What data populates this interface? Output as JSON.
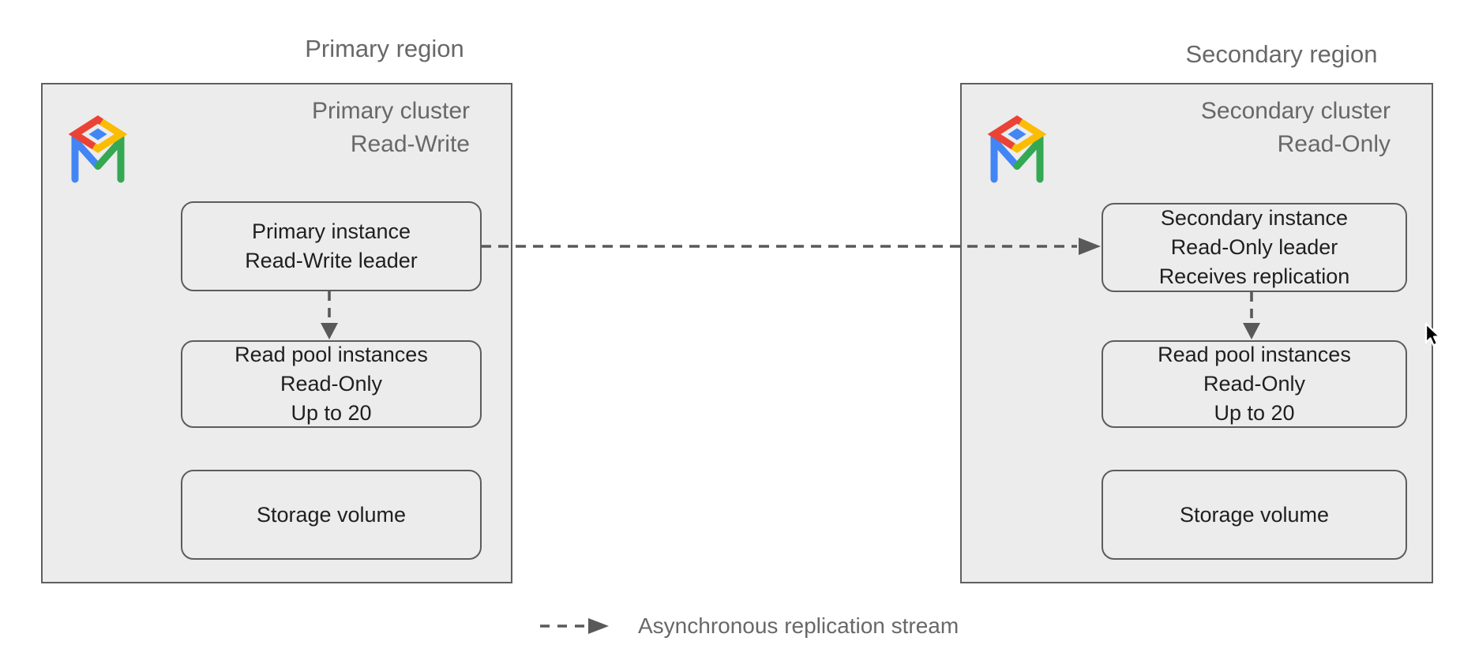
{
  "colors": {
    "cluster_fill": "#ececec",
    "cluster_border": "#5f5f5f",
    "node_fill": "#ececec",
    "node_border": "#5c5c5c",
    "gray_text": "#686868",
    "dark_text": "#1f1f1f",
    "arrow_gray": "#595959",
    "page_bg": "#ffffff",
    "google_red": "#EA4335",
    "google_yellow": "#FBBC04",
    "google_green": "#34A853",
    "google_blue": "#4285F4",
    "cursor_black": "#000000"
  },
  "icons": {
    "cluster_logo": "alloydb-table-icon",
    "cursor": "arrow-cursor-icon",
    "replication": "dashed-arrow-icon"
  },
  "primary": {
    "region_label": "Primary region",
    "cluster_title": {
      "line1": "Primary cluster",
      "line2": "Read-Write"
    },
    "instance_box": {
      "line1": "Primary instance",
      "line2": "Read-Write leader"
    },
    "read_pool_box": {
      "line1": "Read pool instances",
      "line2": "Read-Only",
      "line3": "Up to 20"
    },
    "storage_box": {
      "label": "Storage volume"
    }
  },
  "secondary": {
    "region_label": "Secondary region",
    "cluster_title": {
      "line1": "Secondary cluster",
      "line2": "Read-Only"
    },
    "instance_box": {
      "line1": "Secondary instance",
      "line2": "Read-Only leader",
      "line3": "Receives replication"
    },
    "read_pool_box": {
      "line1": "Read pool instances",
      "line2": "Read-Only",
      "line3": "Up to 20"
    },
    "storage_box": {
      "label": "Storage volume"
    }
  },
  "legend": {
    "label": "Asynchronous replication stream"
  }
}
